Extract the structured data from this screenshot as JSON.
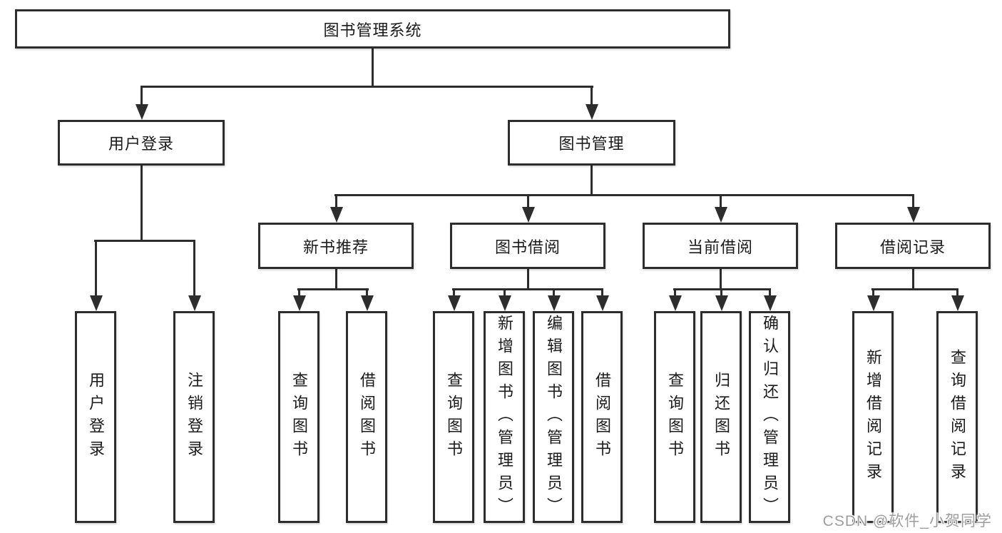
{
  "colors": {
    "background": "#ffffff",
    "line": "#2d2d2d",
    "box_border": "#2d2d2d",
    "box_fill": "#ffffff",
    "text": "#1b1b1b",
    "watermark": "#9e9e9e"
  },
  "watermark": {
    "text": "CSDN @软件_小贺同学"
  },
  "tree": {
    "root": {
      "label": "图书管理系统"
    },
    "branches": [
      {
        "label": "用户登录",
        "children": [
          "用户登录",
          "注销登录"
        ]
      },
      {
        "label": "图书管理",
        "sections": [
          {
            "label": "新书推荐",
            "children": [
              "查询图书",
              "借阅图书"
            ]
          },
          {
            "label": "图书借阅",
            "children": [
              "查询图书",
              "新增图书（管理员）",
              "编辑图书（管理员）",
              "借阅图书"
            ]
          },
          {
            "label": "当前借阅",
            "children": [
              "查询图书",
              "归还图书",
              "确认归还（管理员）"
            ]
          },
          {
            "label": "借阅记录",
            "children": [
              "新增借阅记录",
              "查询借阅记录"
            ]
          }
        ]
      }
    ]
  }
}
